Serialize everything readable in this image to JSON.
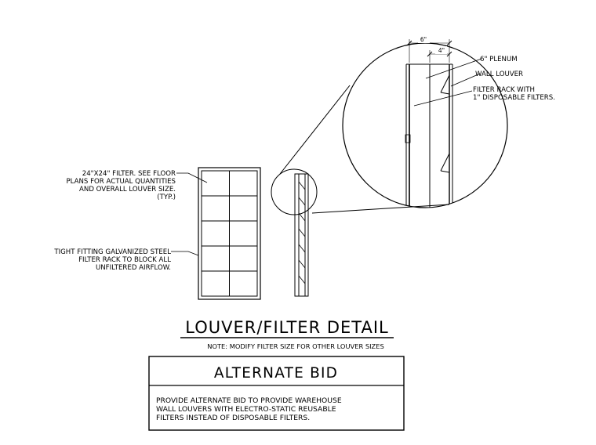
{
  "notes": {
    "filter_note": [
      "24\"X24\" FILTER.  SEE FLOOR",
      "PLANS FOR ACTUAL QUANTITIES",
      "AND OVERALL LOUVER SIZE.",
      "(TYP.)"
    ],
    "rack_note": [
      "TIGHT FITTING GALVANIZED STEEL",
      "FILTER RACK TO BLOCK ALL",
      "UNFILTERED AIRFLOW."
    ]
  },
  "detail": {
    "dim_outer": "6\"",
    "dim_inner": "4\"",
    "plenum_label": "6\" PLENUM",
    "wall_louver_label": "WALL LOUVER",
    "filter_rack_label": [
      "FILTER RACK WITH",
      "1\" DISPOSABLE FILTERS."
    ]
  },
  "title": {
    "main": "LOUVER/FILTER DETAIL",
    "note": "NOTE: MODIFY FILTER SIZE FOR OTHER LOUVER SIZES"
  },
  "bid": {
    "heading": "ALTERNATE BID",
    "lines": [
      "PROVIDE ALTERNATE BID TO PROVIDE WAREHOUSE",
      "WALL LOUVERS WITH ELECTRO-STATIC REUSABLE",
      "FILTERS INSTEAD OF DISPOSABLE FILTERS."
    ]
  }
}
